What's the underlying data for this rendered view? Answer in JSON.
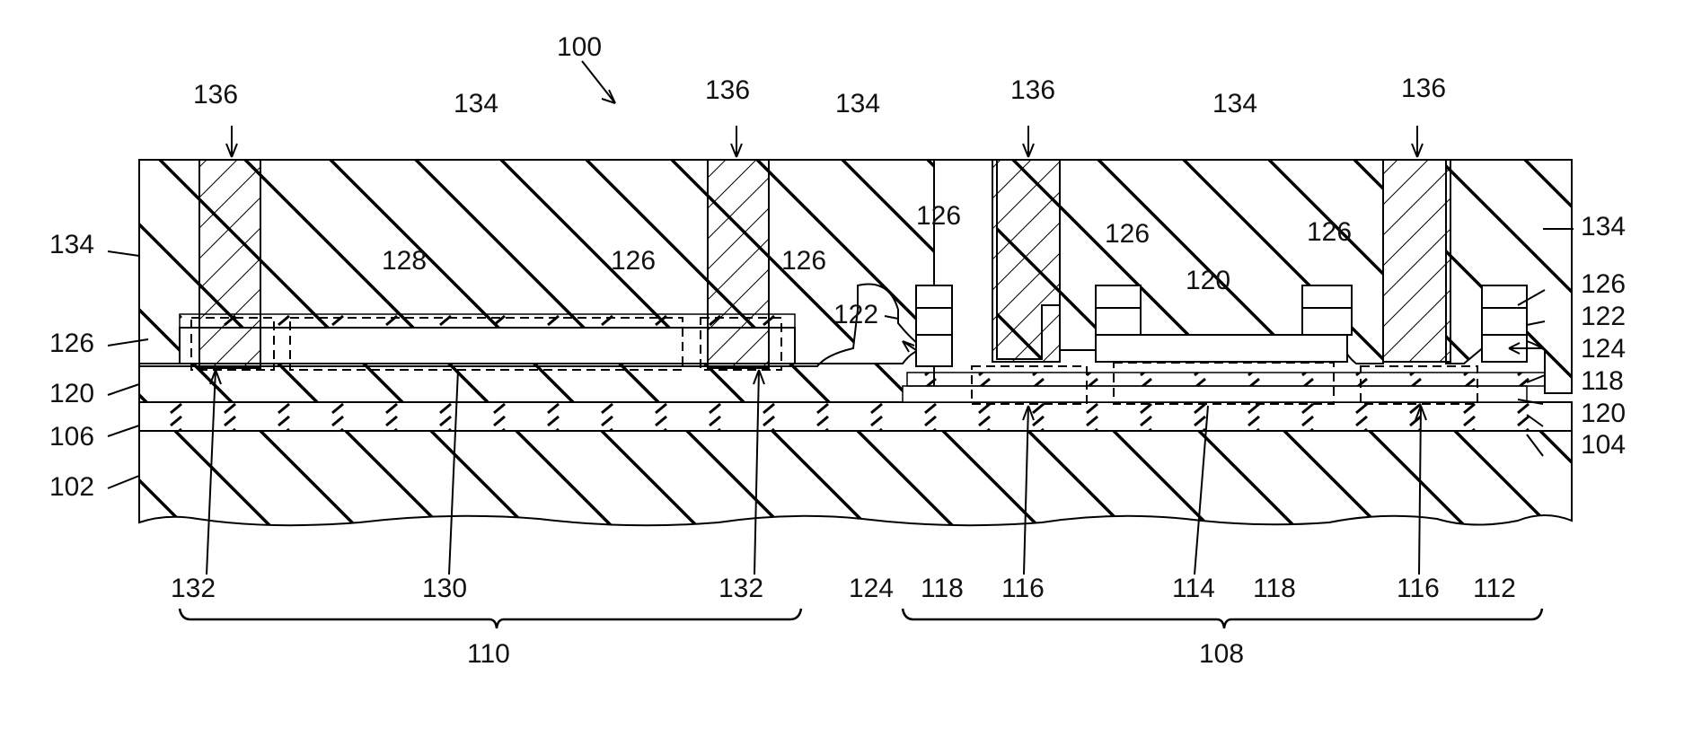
{
  "figure": {
    "number": "100",
    "regions": {
      "left": "110",
      "right": "108"
    },
    "labels": {
      "contact_a": "136",
      "contact_b": "136",
      "contact_c": "136",
      "contact_d": "136",
      "ild_a": "134",
      "ild_b": "134",
      "ild_c": "134",
      "ild_left": "134",
      "ild_right": "134",
      "silicide_left": "126",
      "resistor_body": "128",
      "silicide_mid": "126",
      "silicide_edge": "126",
      "silicide_gate1": "126",
      "silicide_gate2": "126",
      "silicide_gate3": "126",
      "silicide_right": "126",
      "gate_dielectric_top": "120",
      "nitride_left": "122",
      "nitride_right": "122",
      "spacer_right": "124",
      "spacer_inner": "118",
      "dielectric_left": "120",
      "dielectric_right": "120",
      "isolation_left": "106",
      "isolation_right": "104",
      "substrate": "102",
      "contact_region_left": "132",
      "resistor_region": "130",
      "contact_region_right": "132",
      "spacer_bottom": "124",
      "liner_bottom_left": "118",
      "sd_left": "116",
      "channel": "114",
      "liner_bottom_right": "118",
      "sd_right": "116",
      "well": "112"
    }
  }
}
